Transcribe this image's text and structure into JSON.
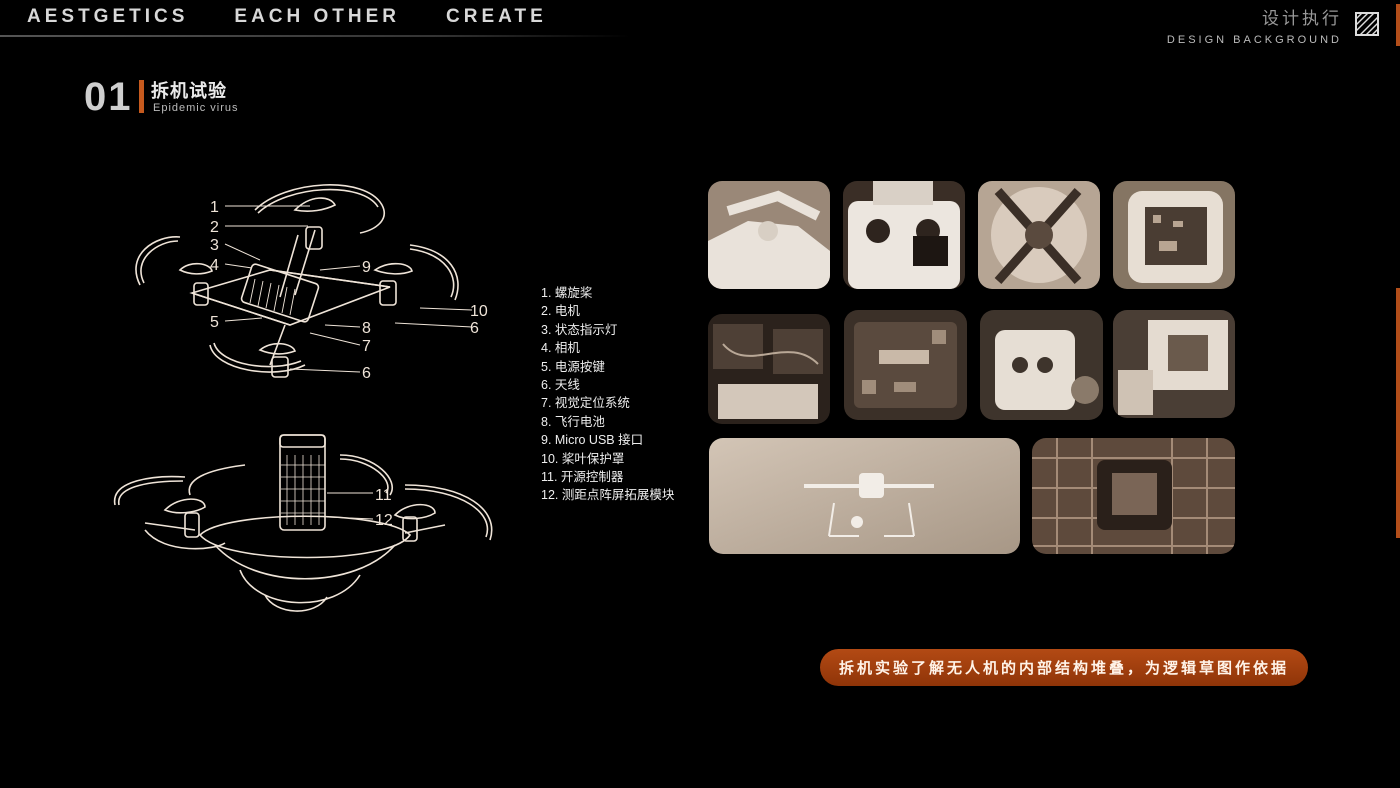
{
  "header": {
    "nav": [
      "AESTGETICS",
      "EACH OTHER",
      "CREATE"
    ],
    "top_right_cn": "设计执行",
    "top_right_en": "DESIGN BACKGROUND",
    "menu_icon": "diagonal-stripes-icon"
  },
  "section": {
    "number": "01",
    "title": "拆机试验",
    "subtitle": "Epidemic virus"
  },
  "diagram_top_labels": [
    "1",
    "2",
    "3",
    "4",
    "5",
    "9",
    "10",
    "6",
    "8",
    "7",
    "6"
  ],
  "diagram_bottom_labels": [
    "11",
    "12"
  ],
  "parts": [
    "1. 螺旋桨",
    "2. 电机",
    "3. 状态指示灯",
    "4. 相机",
    "5. 电源按键",
    "6. 天线",
    "7. 视觉定位系统",
    "8. 飞行电池",
    "9. Micro USB 接口",
    "10. 桨叶保护罩",
    "11. 开源控制器",
    "12. 测距点阵屏拓展模块"
  ],
  "photos": [
    "drone-body-photo",
    "remote-controller-photo",
    "drone-frame-photo",
    "circuit-housing-photo",
    "wired-boards-photo",
    "circuit-board-photo",
    "gimbal-mount-photo",
    "internal-parts-photo",
    "drone-flying-photo",
    "flight-controller-photo"
  ],
  "banner": "拆机实验了解无人机的内部结构堆叠，为逻辑草图作依据",
  "colors": {
    "accent": "#c65a1e",
    "background": "#000000",
    "sepia_light": "#cdbfb0",
    "sepia_dark": "#3a2e26"
  }
}
